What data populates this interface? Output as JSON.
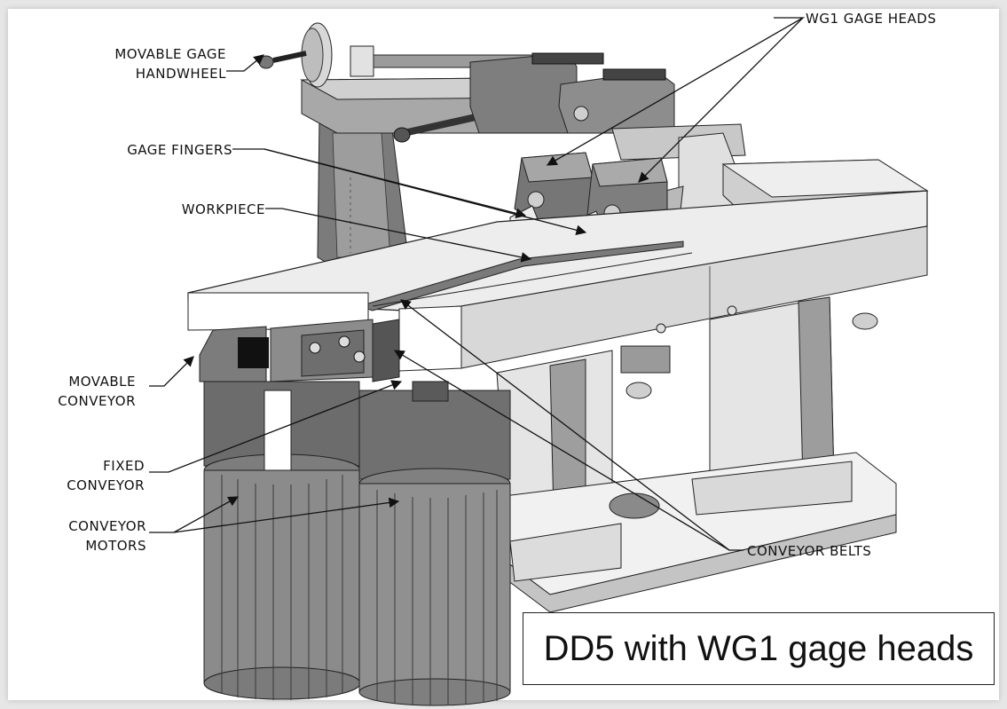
{
  "labels": {
    "movable_gage_handwheel_1": "MOVABLE GAGE",
    "movable_gage_handwheel_2": "HANDWHEEL",
    "wg1_gage_heads": "WG1 GAGE HEADS",
    "gage_fingers": "GAGE FINGERS",
    "workpiece": "WORKPIECE",
    "movable_conveyor_1": "MOVABLE",
    "movable_conveyor_2": "CONVEYOR",
    "fixed_conveyor_1": "FIXED",
    "fixed_conveyor_2": "CONVEYOR",
    "conveyor_motors_1": "CONVEYOR",
    "conveyor_motors_2": "MOTORS",
    "conveyor_belts": "CONVEYOR BELTS"
  },
  "caption": "DD5 with WG1 gage heads",
  "colors": {
    "background": "#e6e6e6",
    "panel": "#ffffff",
    "metal_dark": "#6f6f6f",
    "metal_mid": "#9a9a9a",
    "metal_light": "#cfcfcf",
    "metal_pale": "#e9e9e9"
  }
}
